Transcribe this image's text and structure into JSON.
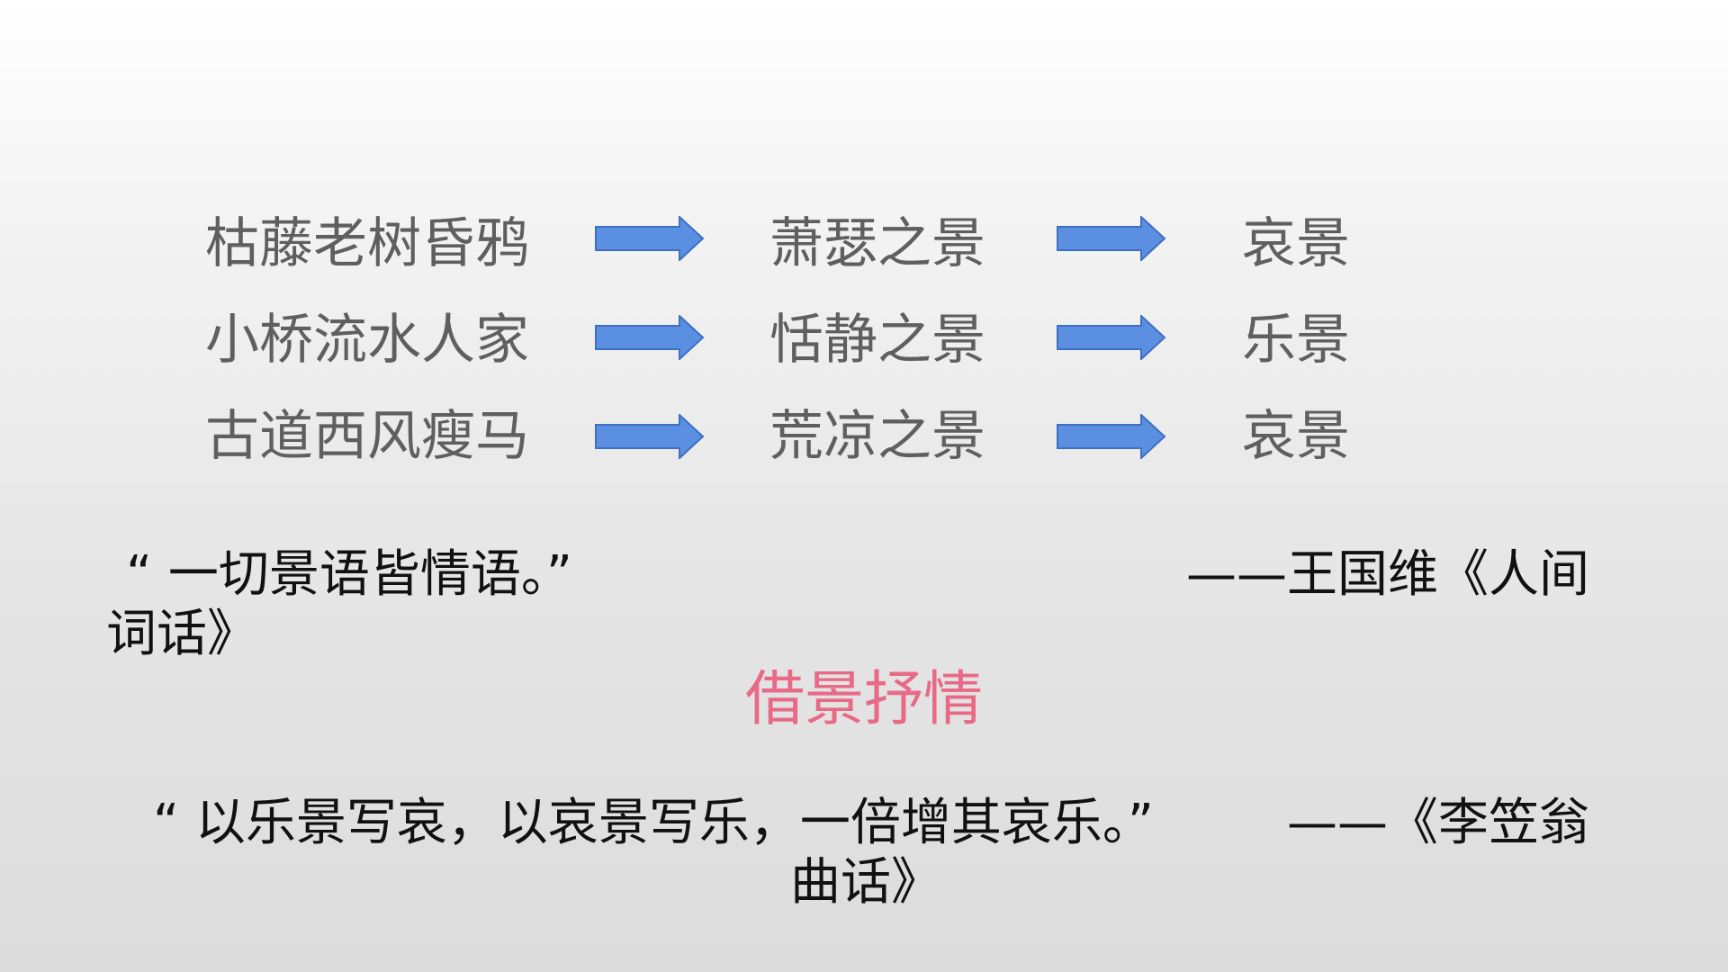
{
  "flow": {
    "rows": [
      {
        "scene": "枯藤老树昏鸦",
        "type": "萧瑟之景",
        "feeling": "哀景"
      },
      {
        "scene": "小桥流水人家",
        "type": "恬静之景",
        "feeling": "乐景"
      },
      {
        "scene": "古道西风瘦马",
        "type": "荒凉之景",
        "feeling": "哀景"
      }
    ],
    "arrow_color": "#5b8fe2",
    "arrow_stroke": "#3f6fc0"
  },
  "quote1": {
    "text": "“ 一切景语皆情语。”",
    "source_line1": "——王国维《人间",
    "source_line2": "词话》"
  },
  "center_title": "借景抒情",
  "center_color": "#e86a86",
  "quote2": {
    "text": "“ 以乐景写哀，以哀景写乐，一倍增其哀乐。”",
    "source_line1": "——《李笠翁",
    "source_line2": "曲话》"
  }
}
